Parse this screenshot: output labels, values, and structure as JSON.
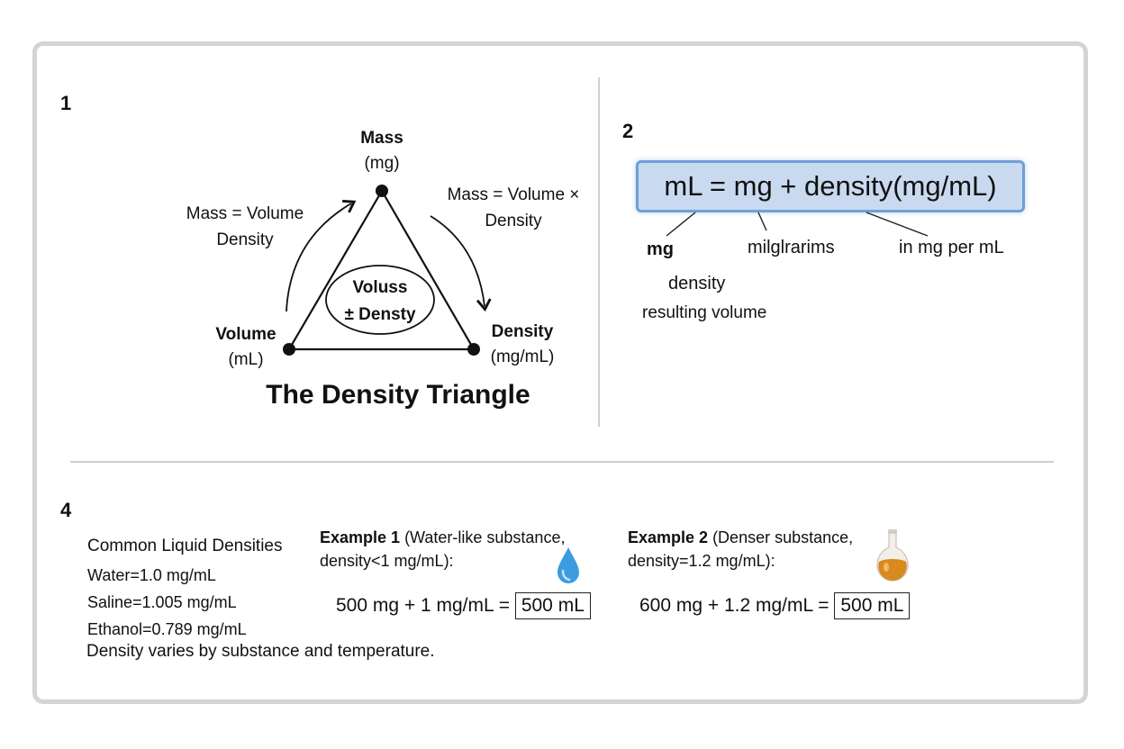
{
  "sections": {
    "s1_number": "1",
    "s2_number": "2",
    "s4_number": "4"
  },
  "triangle": {
    "mass_label": "Mass",
    "mass_unit": "(mg)",
    "volume_label": "Volume",
    "volume_unit": "(mL)",
    "density_label": "Density",
    "density_unit": "(mg/mL)",
    "center_line1": "Voluss",
    "center_line2": "± Densty",
    "left_arrow_line1": "Mass = Volume",
    "left_arrow_line2": "Density",
    "right_arrow_line1": "Mass = Volume ×",
    "right_arrow_line2": "Density",
    "title": "The Density Triangle"
  },
  "formula": {
    "equation": "mL = mg + density(mg/mL)",
    "callout_mg": "mg",
    "callout_milligrams": "milglrarims",
    "callout_per_ml": "in mg per mL",
    "callout_density": "density",
    "callout_result": "resulting volume"
  },
  "densities": {
    "heading": "Common Liquid Densities",
    "items": [
      "Water=1.0 mg/mL",
      "Saline=1.005 mg/mL",
      "Ethanol=0.789 mg/mL"
    ],
    "note": "Density varies by substance and temperature."
  },
  "example1": {
    "title_bold": "Example 1",
    "title_rest": " (Water-like substance,",
    "subtitle": "density<1 mg/mL):",
    "calc": "500 mg + 1 mg/mL = ",
    "result": "500 mL",
    "icon_color": "#3d9be0"
  },
  "example2": {
    "title_bold": "Example 2",
    "title_rest": " (Denser substance,",
    "subtitle": "density=1.2 mg/mL):",
    "calc": "600 mg + 1.2 mg/mL = ",
    "result": "500 mL",
    "icon_color": "#d98a1e"
  }
}
